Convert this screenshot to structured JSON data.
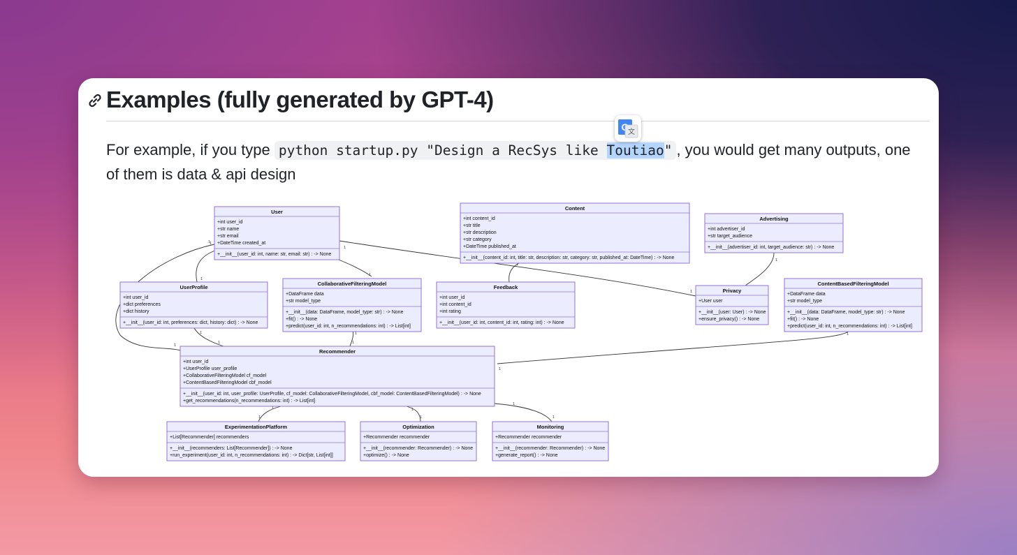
{
  "heading": "Examples (fully generated by GPT-4)",
  "para": {
    "before": "For example, if you type ",
    "code_a": "python startup.py \"Design a RecSys like ",
    "code_sel": "Toutiao",
    "code_b": "\"",
    "after": ", you would get many outputs, one of them is data & api design"
  },
  "icons": {
    "link": "link-icon",
    "translate": "google-translate-icon"
  },
  "colors": {
    "class_fill": "#ececff",
    "class_stroke": "#9370db",
    "selection": "#b4d5fe"
  },
  "classes": [
    {
      "id": "user",
      "name": "User",
      "attrs": [
        "+int user_id",
        "+str name",
        "+str email",
        "+DateTime created_at"
      ],
      "methods": [
        "+__init__(user_id: int, name: str, email: str) : -> None"
      ]
    },
    {
      "id": "content",
      "name": "Content",
      "attrs": [
        "+int content_id",
        "+str title",
        "+str description",
        "+str category",
        "+DateTime published_at"
      ],
      "methods": [
        "+__init__(content_id: int, title: str, description: str, category: str, published_at: DateTime) : -> None"
      ]
    },
    {
      "id": "advertising",
      "name": "Advertising",
      "attrs": [
        "+int advertiser_id",
        "+str target_audience"
      ],
      "methods": [
        "+__init__(advertiser_id: int, target_audience: str) : -> None"
      ]
    },
    {
      "id": "userprofile",
      "name": "UserProfile",
      "attrs": [
        "+int user_id",
        "+dict preferences",
        "+dict history"
      ],
      "methods": [
        "+__init__(user_id: int, preferences: dict, history: dict) : -> None"
      ]
    },
    {
      "id": "cfm",
      "name": "CollaborativeFilteringModel",
      "attrs": [
        "+DataFrame data",
        "+str model_type"
      ],
      "methods": [
        "+__init__(data: DataFrame, model_type: str) : -> None",
        "+fit() : -> None",
        "+predict(user_id: int, n_recommendations: int) : -> List[int]"
      ]
    },
    {
      "id": "feedback",
      "name": "Feedback",
      "attrs": [
        "+int user_id",
        "+int content_id",
        "+int rating"
      ],
      "methods": [
        "+__init__(user_id: int, content_id: int, rating: int) : -> None"
      ]
    },
    {
      "id": "privacy",
      "name": "Privacy",
      "attrs": [
        "+User user"
      ],
      "methods": [
        "+__init__(user: User) : -> None",
        "+ensure_privacy() : -> None"
      ]
    },
    {
      "id": "cbfm",
      "name": "ContentBasedFilteringModel",
      "attrs": [
        "+DataFrame data",
        "+str model_type"
      ],
      "methods": [
        "+__init__(data: DataFrame, model_type: str) : -> None",
        "+fit() : -> None",
        "+predict(user_id: int, n_recommendations: int) : -> List[int]"
      ]
    },
    {
      "id": "recommender",
      "name": "Recommender",
      "attrs": [
        "+int user_id",
        "+UserProfile user_profile",
        "+CollaborativeFilteringModel cf_model",
        "+ContentBasedFilteringModel cbf_model"
      ],
      "methods": [
        "+__init__(user_id: int, user_profile: UserProfile, cf_model: CollaborativeFilteringModel, cbf_model: ContentBasedFilteringModel) : -> None",
        "+get_recommendations(n_recommendations: int) : -> List[int]"
      ]
    },
    {
      "id": "experimentation",
      "name": "ExperimentationPlatform",
      "attrs": [
        "+List[Recommender] recommenders"
      ],
      "methods": [
        "+__init__(recommenders: List[Recommender]) : -> None",
        "+run_experiment(user_id: int, n_recommendations: int) : -> Dict[str, List[int]]"
      ]
    },
    {
      "id": "optimization",
      "name": "Optimization",
      "attrs": [
        "+Recommender recommender"
      ],
      "methods": [
        "+__init__(recommender: Recommender) : -> None",
        "+optimize() : -> None"
      ]
    },
    {
      "id": "monitoring",
      "name": "Monitoring",
      "attrs": [
        "+Recommender recommender"
      ],
      "methods": [
        "+__init__(recommender: Recommender) : -> None",
        "+generate_report() : -> None"
      ]
    }
  ],
  "relations": [
    {
      "from": "user",
      "to": "userprofile",
      "labels": [
        "1",
        "1"
      ]
    },
    {
      "from": "user",
      "to": "feedback",
      "labels": [
        "1",
        "1"
      ]
    },
    {
      "from": "user",
      "to": "privacy",
      "labels": [
        "1",
        "1"
      ]
    },
    {
      "from": "user",
      "to": "recommender",
      "labels": [
        "1",
        "1"
      ]
    },
    {
      "from": "content",
      "to": "feedback",
      "labels": [
        "1"
      ]
    },
    {
      "from": "advertising",
      "to": "privacy",
      "labels": [
        "1"
      ]
    },
    {
      "from": "userprofile",
      "to": "recommender",
      "labels": [
        "1",
        "1"
      ]
    },
    {
      "from": "cfm",
      "to": "recommender",
      "labels": [
        "1",
        "1"
      ]
    },
    {
      "from": "cbfm",
      "to": "recommender",
      "labels": [
        "1",
        "1"
      ]
    },
    {
      "from": "recommender",
      "to": "experimentation",
      "labels": [
        "1",
        "1"
      ]
    },
    {
      "from": "recommender",
      "to": "optimization",
      "labels": [
        "1",
        "1"
      ]
    },
    {
      "from": "recommender",
      "to": "monitoring",
      "labels": [
        "1",
        "1"
      ]
    }
  ]
}
